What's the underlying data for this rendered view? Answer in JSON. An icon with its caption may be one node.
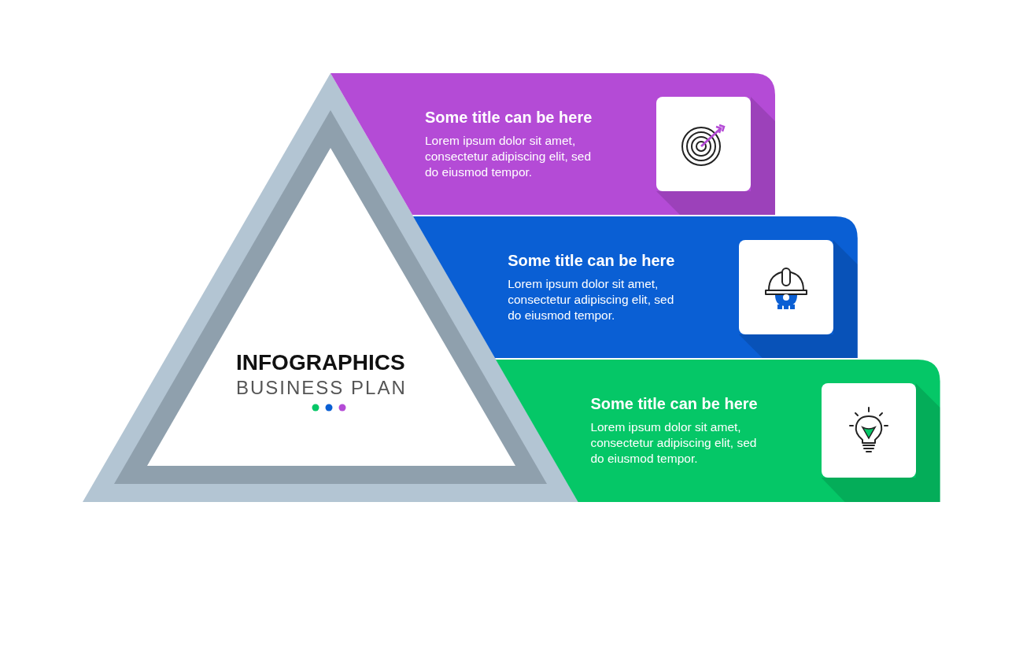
{
  "diagram": {
    "nodes": [
      {
        "text": [
          "INFOGRAPHICS",
          "BUSINESS PLAN"
        ]
      },
      {
        "text": [
          "Some title can be here",
          "Lorem ipsum dolor sit amet, consectetur adipiscing elit, sed do eiusmod tempor."
        ]
      },
      {
        "text": [
          "Some title can be here",
          "Lorem ipsum dolor sit amet, consectetur adipiscing elit, sed do eiusmod tempor."
        ]
      },
      {
        "text": [
          "Some title can be here",
          "Lorem ipsum dolor sit amet, consectetur adipiscing elit, sed do eiusmod tempor."
        ]
      }
    ]
  }
}
